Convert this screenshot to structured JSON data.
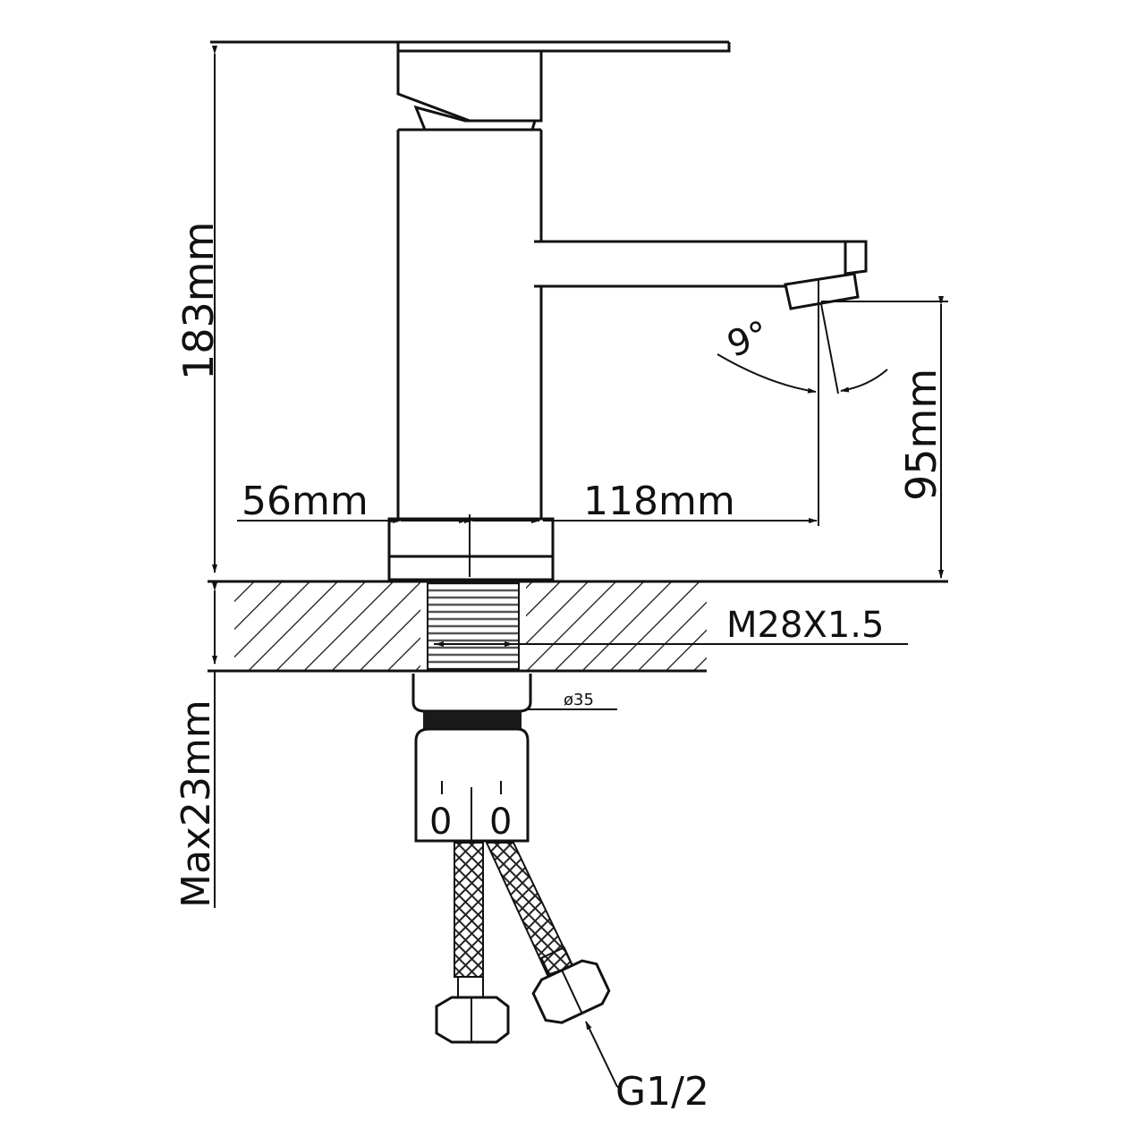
{
  "labels": {
    "height_total": "183mm",
    "base_width": "56mm",
    "spout_reach": "118mm",
    "spout_height": "95mm",
    "thread": "M28X1.5",
    "nut_diameter": "ø35",
    "max_deck": "Max23mm",
    "hose_connector": "G1/2",
    "spout_angle": "9°"
  },
  "colors": {
    "line": "#111111",
    "background": "#ffffff"
  }
}
